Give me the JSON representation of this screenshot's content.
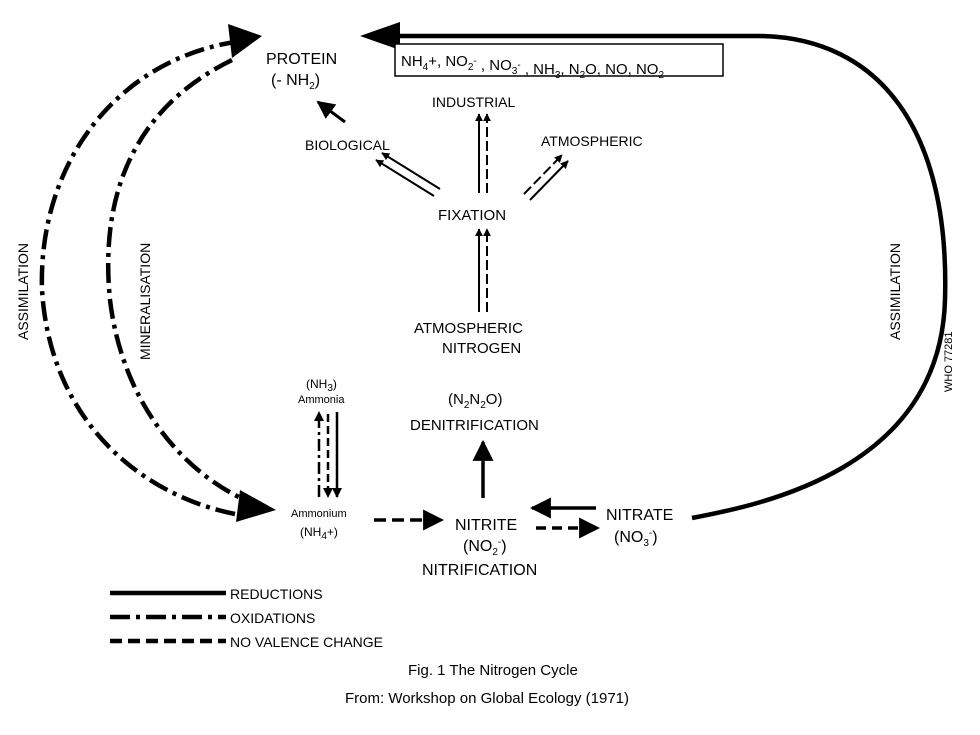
{
  "diagram": {
    "nodes": {
      "protein": {
        "line1": "PROTEIN",
        "line2_pre": "(- NH",
        "line2_sub": "2",
        "line2_post": ")"
      },
      "compounds_box": "NH4+, NO2-, NO3-, NH3, N2O, NO, NO2",
      "industrial": "INDUSTRIAL",
      "biological": "BIOLOGICAL",
      "atmospheric": "ATMOSPHERIC",
      "fixation": "FIXATION",
      "atmospheric_nitrogen": {
        "line1": "ATMOSPHERIC",
        "line2": "NITROGEN"
      },
      "ammonia": {
        "formula_pre": "(NH",
        "formula_sub": "3",
        "formula_post": ")",
        "name": "Ammonia"
      },
      "denitrification": {
        "formula": "(N2N2O)",
        "name": "DENITRIFICATION"
      },
      "ammonium": {
        "name": "Ammonium",
        "formula": "(NH4+)"
      },
      "nitrite": {
        "name": "NITRITE",
        "formula": "(NO2-)",
        "process": "NITRIFICATION"
      },
      "nitrate": {
        "name": "NITRATE",
        "formula": "(NO3-)"
      }
    },
    "side_labels": {
      "assimilation_left": "ASSIMILATION",
      "mineralisation": "MINERALISATION",
      "assimilation_right": "ASSIMILATION",
      "code": "WHO 77281"
    },
    "legend": [
      {
        "style": "solid",
        "label": "REDUCTIONS"
      },
      {
        "style": "dash-dot",
        "label": "OXIDATIONS"
      },
      {
        "style": "dashed",
        "label": "NO VALENCE CHANGE"
      }
    ],
    "caption": "Fig. 1 The Nitrogen Cycle",
    "source": "From: Workshop on Global Ecology (1971)"
  }
}
